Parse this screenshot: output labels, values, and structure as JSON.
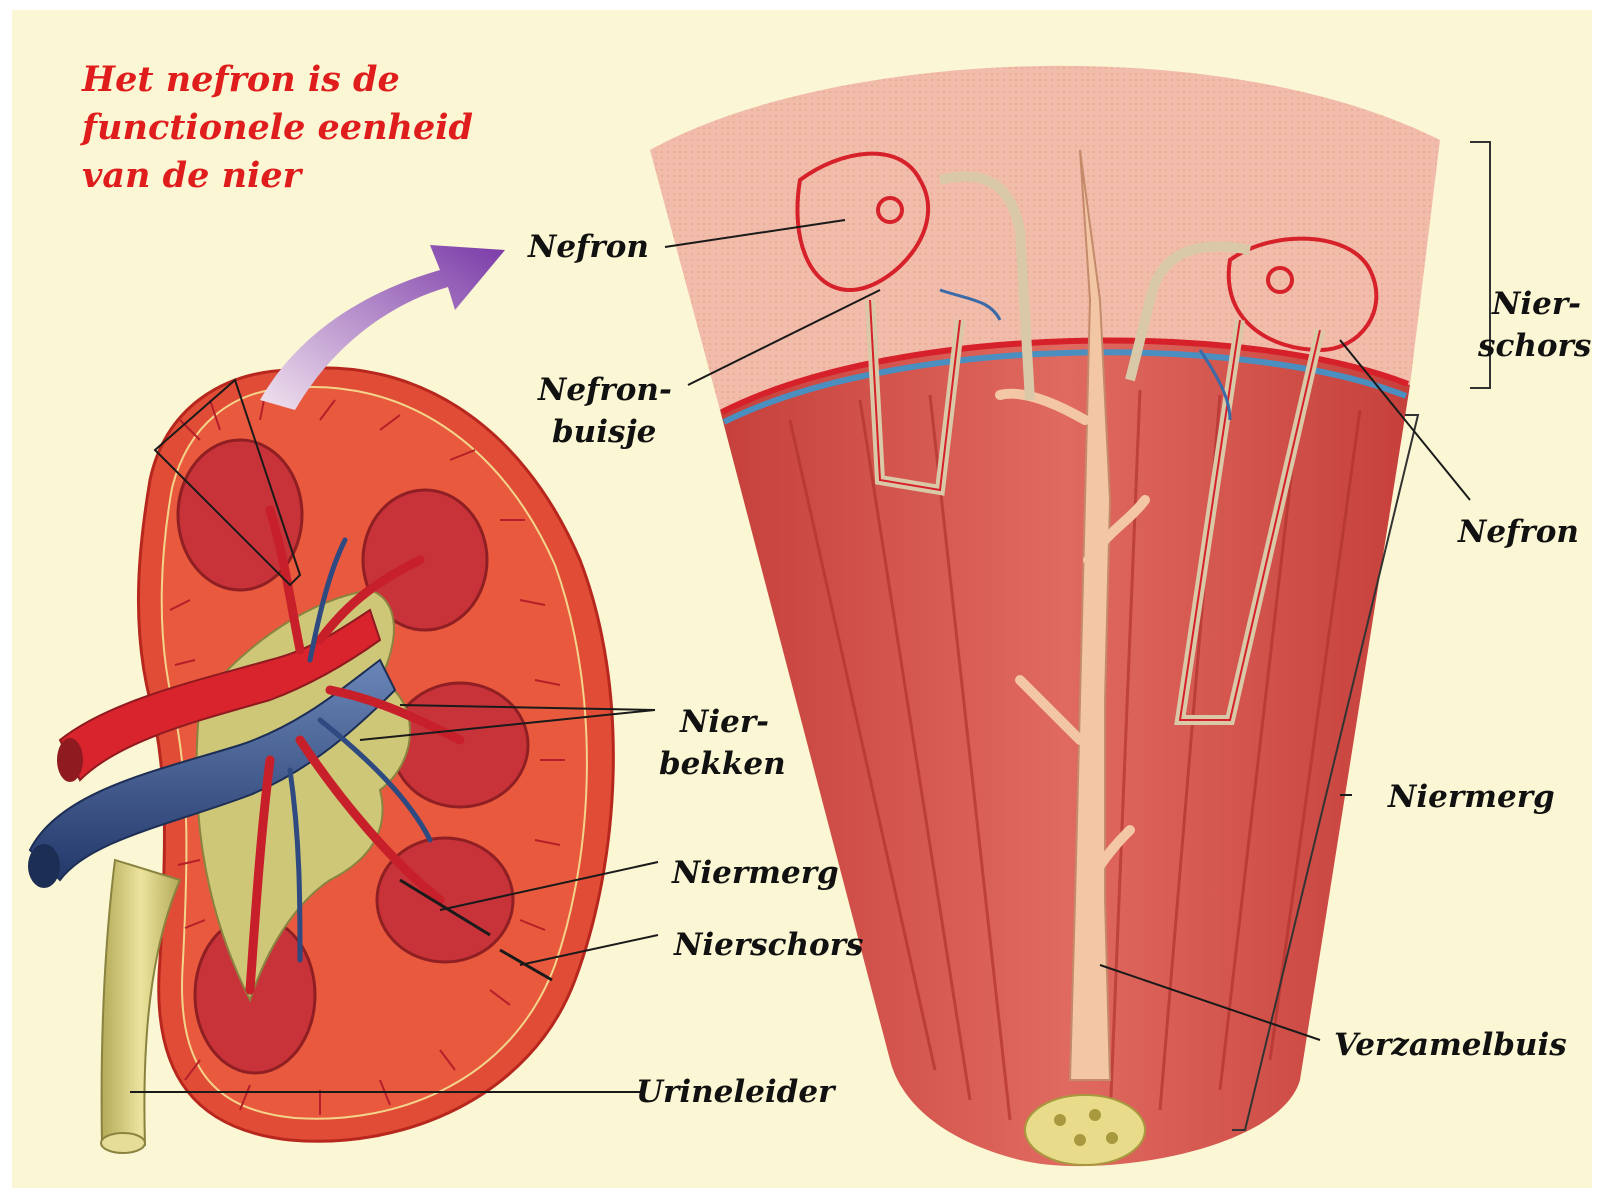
{
  "title": {
    "line1": "Het nefron is de",
    "line2": "functionele eenheid",
    "line3": "van de nier"
  },
  "labels": {
    "nefron_top": "Nefron",
    "nefronbuisje_1": "Nefron-",
    "nefronbuisje_2": "buisje",
    "nierbekken_1": "Nier-",
    "nierbekken_2": "bekken",
    "niermerg_left": "Niermerg",
    "nierschors_left": "Nierschors",
    "urineleider": "Urineleider",
    "nierschors_right_1": "Nier-",
    "nierschors_right_2": "schors",
    "nefron_right": "Nefron",
    "niermerg_right": "Niermerg",
    "verzamelbuis": "Verzamelbuis"
  },
  "colors": {
    "background": "#fbf6d3",
    "title": "#e01d1d",
    "cortex": "#f2b9a8",
    "medulla": "#cf4a44",
    "artery": "#d6202a",
    "vein": "#3a5a8c",
    "ureter": "#d8cf86",
    "arrow": "#8a4ab8"
  }
}
